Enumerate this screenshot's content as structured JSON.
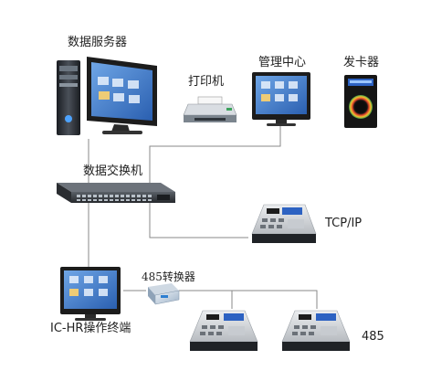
{
  "labels": {
    "data_server": "数据服务器",
    "printer": "打印机",
    "management_center": "管理中心",
    "card_issuer": "发卡器",
    "data_switch": "数据交换机",
    "tcp_ip": "TCP/IP",
    "converter_485": "485转换器",
    "ic_hr_terminal": "IC-HR操作终端",
    "rs485": "485"
  },
  "colors": {
    "line": "#8a8a8a",
    "monitor_bezel": "#1c1c1c",
    "screen_blue": "#3d7cc9",
    "switch_body": "#3a3f44",
    "terminal_body": "#d8dadd",
    "terminal_display": "#2d62c2"
  }
}
